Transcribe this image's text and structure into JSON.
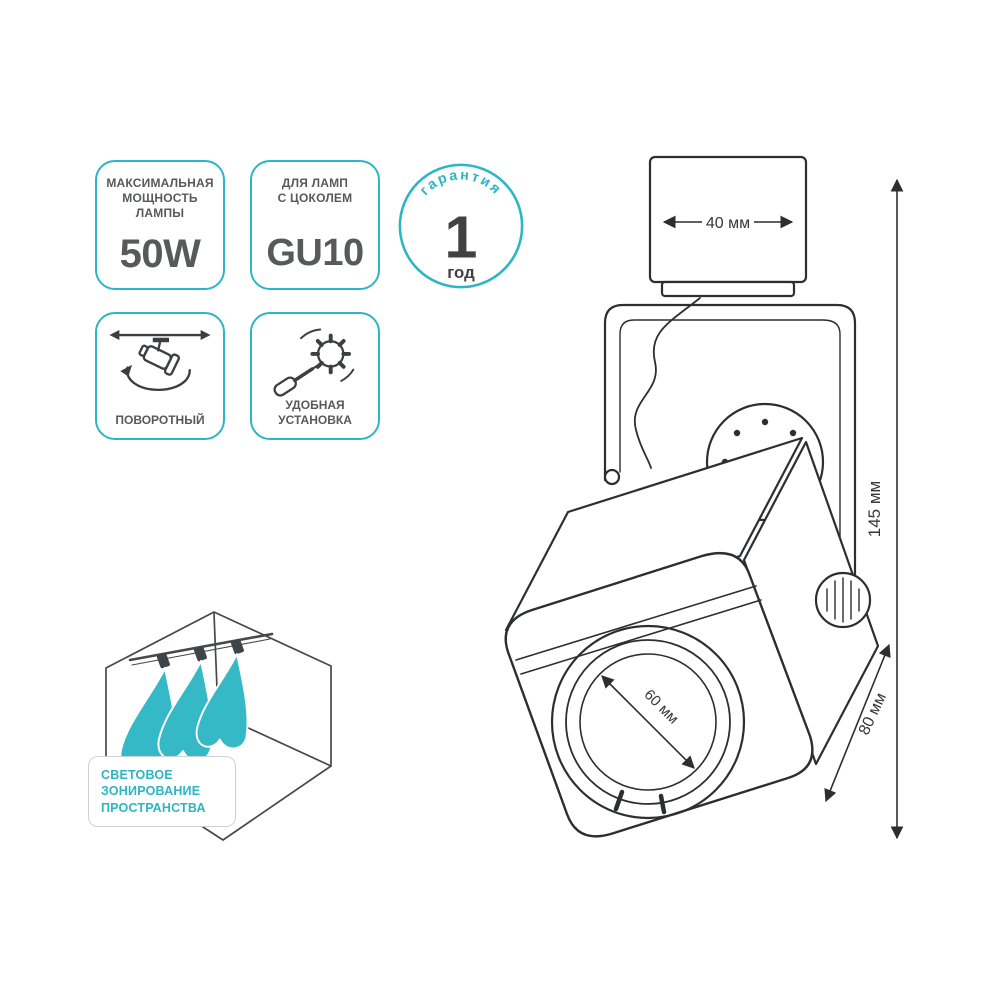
{
  "colors": {
    "accent": "#2cb6c3",
    "ink": "#2d2e31",
    "text_gray": "#58595b"
  },
  "badge_max_power": {
    "lines": [
      "МАКСИМАЛЬНАЯ",
      "МОЩНОСТЬ",
      "ЛАМПЫ"
    ],
    "value": "50W"
  },
  "badge_lamp_base": {
    "lines": [
      "ДЛЯ ЛАМП",
      "С ЦОКОЛЕМ"
    ],
    "value": "GU10"
  },
  "warranty": {
    "arc": "гарантия",
    "value": "1",
    "unit": "год"
  },
  "badge_rotatable": {
    "label": "ПОВОРОТНЫЙ"
  },
  "badge_easy_install": {
    "lines": [
      "УДОБНАЯ",
      "УСТАНОВКА"
    ]
  },
  "zoning_label": {
    "lines": [
      "СВЕТОВОЕ",
      "ЗОНИРОВАНИЕ",
      "ПРОСТРАНСТВА"
    ]
  },
  "dimensions": {
    "adapter_width": "40 мм",
    "height": "145 мм",
    "depth": "80 мм",
    "lens": "60 мм"
  },
  "icons": {
    "rotatable": "rotating-spotlight-icon",
    "easy_install": "screwdriver-gear-icon"
  }
}
